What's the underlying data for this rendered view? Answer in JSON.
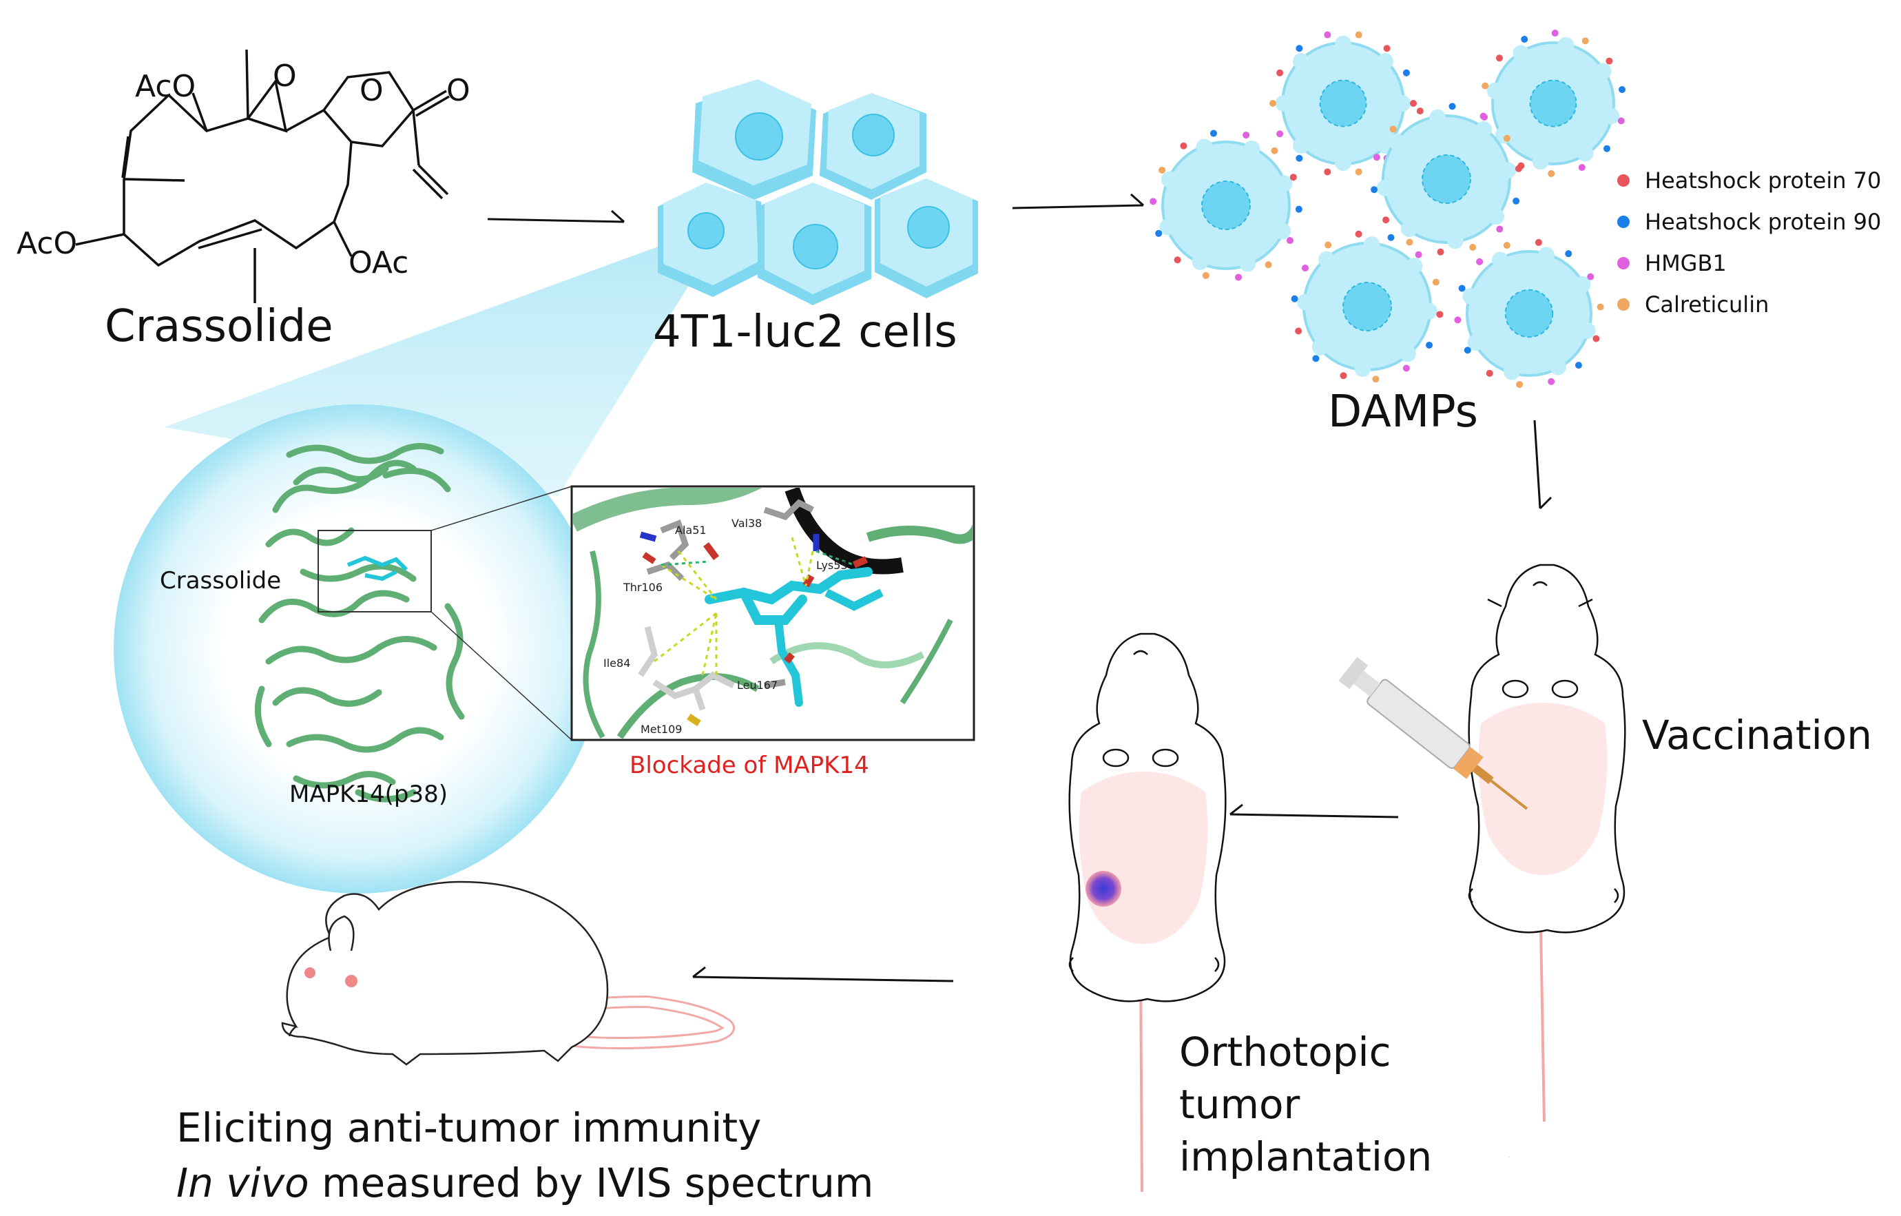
{
  "labels": {
    "compound": "Crassolide",
    "cells": "4T1-luc2 cells",
    "damps": "DAMPs",
    "vaccination": "Vaccination",
    "implant_1": "Orthotopic",
    "implant_2": "tumor",
    "implant_3": "implantation",
    "outcome_1": "Eliciting anti-tumor immunity",
    "outcome_2_italic": "In vivo",
    "outcome_2_rest": " measured by IVIS spectrum",
    "protein_ligand": "Crassolide",
    "protein_name": "MAPK14(p38)",
    "blockade": "Blockade of MAPK14"
  },
  "structure_labels": {
    "aco_top": "AcO",
    "aco_left": "AcO",
    "oac": "OAc",
    "o_epoxide": "O",
    "o_lactone": "O",
    "o_carbonyl": "O"
  },
  "residues": [
    "Ala51",
    "Val38",
    "Lys53",
    "Thr106",
    "Ile84",
    "Leu167",
    "Met109"
  ],
  "legend": [
    {
      "label": "Heatshock protein 70",
      "color": "#e8555a"
    },
    {
      "label": "Heatshock protein 90",
      "color": "#1a7fe8"
    },
    {
      "label": "HMGB1",
      "color": "#e060e0"
    },
    {
      "label": "Calreticulin",
      "color": "#f0a860"
    }
  ],
  "colors": {
    "cell_fill": "#bfeefa",
    "cell_dark": "#7fd8f0",
    "nucleus": "#6dd5f2",
    "protein": "#5fae74",
    "ligand": "#22c6d8",
    "mouse_belly": "#fde6e6",
    "tail": "#f3a8a8"
  }
}
